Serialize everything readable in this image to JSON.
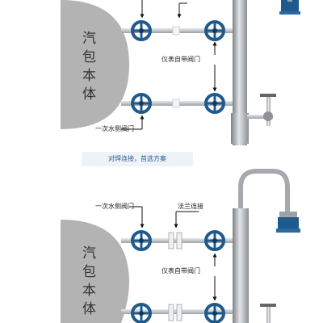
{
  "top": {
    "drum_label": "汽包本体",
    "instrument_valve_label": "仪表自带阀门",
    "primary_valve_label": "一次水侧阀门"
  },
  "caption": "对焊连接，首选方案",
  "bottom": {
    "drum_label": "汽包本体",
    "primary_valve_label": "一次水侧阀门",
    "flange_label": "法兰连接",
    "instrument_valve_label": "仪表自带阀门"
  },
  "colors": {
    "drum": "#b3b3b3",
    "valve_handle": "#1f5a8c",
    "pipe": "#c9ccd0",
    "column": "#9ea2a6",
    "caption_bg": "#eef3f8",
    "caption_text": "#2a5d96"
  }
}
